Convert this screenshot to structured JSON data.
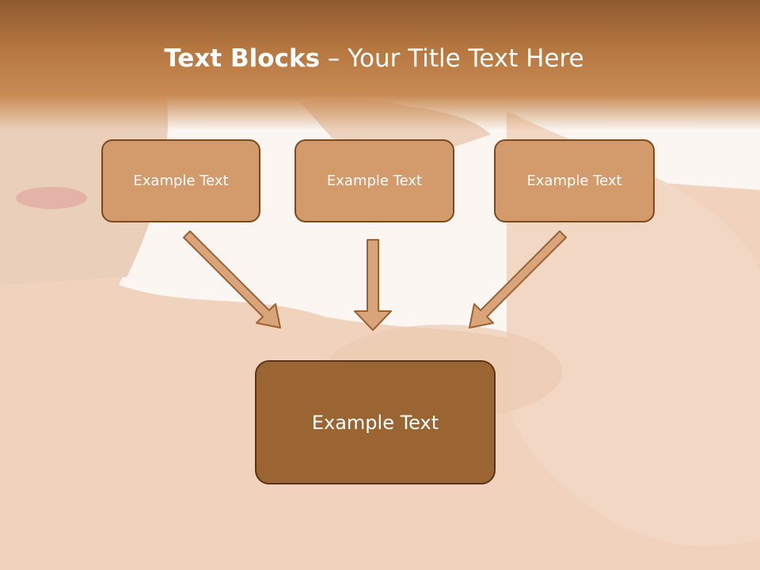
{
  "slide": {
    "title_bold": "Text Blocks",
    "title_rest": " – Your Title Text Here"
  },
  "blocks": [
    {
      "label": "Example Text"
    },
    {
      "label": "Example Text"
    },
    {
      "label": "Example Text"
    }
  ],
  "target_block": {
    "label": "Example Text"
  },
  "colors": {
    "header": "#b57640",
    "block_fill": "#d39a6b",
    "block_border": "#7a4a22",
    "target_fill": "#9b6433",
    "arrow_fill": "#d9a47a",
    "arrow_stroke": "#9c6232"
  }
}
